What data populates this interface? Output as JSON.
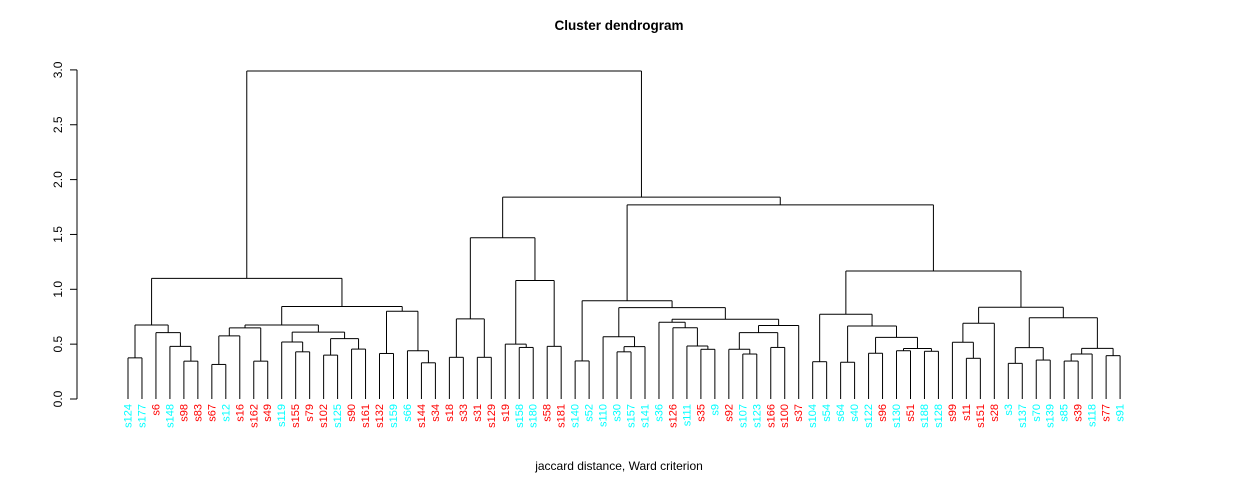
{
  "title": "Cluster dendrogram",
  "caption": "jaccard distance, Ward criterion",
  "chart_data": {
    "type": "dendrogram",
    "title": "Cluster dendrogram",
    "xlabel": "jaccard distance, Ward criterion",
    "ylabel": "",
    "ylim": [
      0,
      3.0
    ],
    "yticks": [
      "0.0",
      "0.5",
      "1.0",
      "1.5",
      "2.0",
      "2.5",
      "3.0"
    ],
    "grid": false,
    "line_color": "#000000",
    "colors": {
      "cyan": "#00FFFF",
      "red": "#FF0000"
    },
    "leaves": [
      {
        "label": "s124",
        "color": "cyan"
      },
      {
        "label": "s177",
        "color": "cyan"
      },
      {
        "label": "s6",
        "color": "red"
      },
      {
        "label": "s148",
        "color": "cyan"
      },
      {
        "label": "s98",
        "color": "red"
      },
      {
        "label": "s83",
        "color": "red"
      },
      {
        "label": "s67",
        "color": "red"
      },
      {
        "label": "s12",
        "color": "cyan"
      },
      {
        "label": "s16",
        "color": "red"
      },
      {
        "label": "s162",
        "color": "red"
      },
      {
        "label": "s49",
        "color": "red"
      },
      {
        "label": "s119",
        "color": "cyan"
      },
      {
        "label": "s155",
        "color": "red"
      },
      {
        "label": "s79",
        "color": "red"
      },
      {
        "label": "s102",
        "color": "red"
      },
      {
        "label": "s125",
        "color": "cyan"
      },
      {
        "label": "s90",
        "color": "red"
      },
      {
        "label": "s161",
        "color": "red"
      },
      {
        "label": "s132",
        "color": "red"
      },
      {
        "label": "s159",
        "color": "cyan"
      },
      {
        "label": "s66",
        "color": "cyan"
      },
      {
        "label": "s144",
        "color": "red"
      },
      {
        "label": "s34",
        "color": "red"
      },
      {
        "label": "s18",
        "color": "red"
      },
      {
        "label": "s33",
        "color": "red"
      },
      {
        "label": "s31",
        "color": "red"
      },
      {
        "label": "s129",
        "color": "red"
      },
      {
        "label": "s19",
        "color": "red"
      },
      {
        "label": "s158",
        "color": "cyan"
      },
      {
        "label": "s180",
        "color": "cyan"
      },
      {
        "label": "s58",
        "color": "red"
      },
      {
        "label": "s181",
        "color": "red"
      },
      {
        "label": "s140",
        "color": "cyan"
      },
      {
        "label": "s52",
        "color": "cyan"
      },
      {
        "label": "s110",
        "color": "cyan"
      },
      {
        "label": "s30",
        "color": "cyan"
      },
      {
        "label": "s157",
        "color": "cyan"
      },
      {
        "label": "s141",
        "color": "cyan"
      },
      {
        "label": "s36",
        "color": "cyan"
      },
      {
        "label": "s126",
        "color": "red"
      },
      {
        "label": "s111",
        "color": "cyan"
      },
      {
        "label": "s35",
        "color": "red"
      },
      {
        "label": "s9",
        "color": "cyan"
      },
      {
        "label": "s92",
        "color": "red"
      },
      {
        "label": "s107",
        "color": "cyan"
      },
      {
        "label": "s123",
        "color": "cyan"
      },
      {
        "label": "s166",
        "color": "red"
      },
      {
        "label": "s100",
        "color": "red"
      },
      {
        "label": "s37",
        "color": "red"
      },
      {
        "label": "s104",
        "color": "cyan"
      },
      {
        "label": "s54",
        "color": "cyan"
      },
      {
        "label": "s64",
        "color": "cyan"
      },
      {
        "label": "s40",
        "color": "cyan"
      },
      {
        "label": "s122",
        "color": "cyan"
      },
      {
        "label": "s96",
        "color": "red"
      },
      {
        "label": "s130",
        "color": "cyan"
      },
      {
        "label": "s51",
        "color": "red"
      },
      {
        "label": "s188",
        "color": "cyan"
      },
      {
        "label": "s128",
        "color": "cyan"
      },
      {
        "label": "s99",
        "color": "red"
      },
      {
        "label": "s11",
        "color": "red"
      },
      {
        "label": "s151",
        "color": "red"
      },
      {
        "label": "s28",
        "color": "red"
      },
      {
        "label": "s3",
        "color": "cyan"
      },
      {
        "label": "s137",
        "color": "cyan"
      },
      {
        "label": "s70",
        "color": "cyan"
      },
      {
        "label": "s139",
        "color": "cyan"
      },
      {
        "label": "s85",
        "color": "cyan"
      },
      {
        "label": "s39",
        "color": "red"
      },
      {
        "label": "s118",
        "color": "cyan"
      },
      {
        "label": "s77",
        "color": "red"
      },
      {
        "label": "s91",
        "color": "cyan"
      }
    ],
    "tree": [
      2.99,
      [
        1.1,
        [
          0.675,
          [
            0.375,
            0,
            1
          ],
          [
            0.605,
            2,
            [
              0.48,
              3,
              [
                0.345,
                4,
                5
              ]
            ]
          ]
        ],
        [
          0.843,
          [
            0.675,
            [
              0.648,
              [
                0.575,
                [
                  0.315,
                  6,
                  7
                ],
                8
              ],
              [
                0.345,
                9,
                10
              ]
            ],
            [
              0.61,
              [
                0.52,
                11,
                [
                  0.43,
                  12,
                  13
                ]
              ],
              [
                0.55,
                [
                  0.4,
                  14,
                  15
                ],
                [
                  0.455,
                  16,
                  17
                ]
              ]
            ]
          ],
          [
            0.8,
            [
              0.415,
              18,
              19
            ],
            [
              0.44,
              20,
              [
                0.33,
                21,
                22
              ]
            ]
          ]
        ]
      ],
      [
        1.84,
        [
          1.47,
          [
            0.73,
            [
              0.38,
              23,
              24
            ],
            [
              0.38,
              25,
              26
            ]
          ],
          [
            1.08,
            [
              0.5,
              27,
              [
                0.47,
                28,
                29
              ]
            ],
            [
              0.48,
              30,
              31
            ]
          ]
        ],
        [
          1.77,
          [
            0.896,
            [
              0.347,
              32,
              33
            ],
            [
              0.833,
              [
                0.568,
                34,
                [
                  0.477,
                  [
                    0.43,
                    35,
                    36
                  ],
                  37
                ]
              ],
              [
                0.727,
                [
                  0.7,
                  38,
                  [
                    0.65,
                    39,
                    [
                      0.483,
                      40,
                      [
                        0.453,
                        41,
                        42
                      ]
                    ]
                  ]
                ],
                [
                  0.67,
                  [
                    0.605,
                    [
                      0.453,
                      43,
                      [
                        0.41,
                        44,
                        45
                      ]
                    ],
                    [
                      0.47,
                      46,
                      47
                    ]
                  ],
                  48
                ]
              ]
            ]
          ],
          [
            1.167,
            [
              0.772,
              [
                0.34,
                49,
                50
              ],
              [
                0.665,
                [
                  0.335,
                  51,
                  52
                ],
                [
                  0.562,
                  [
                    0.417,
                    53,
                    54
                  ],
                  [
                    0.46,
                    [
                      0.44,
                      55,
                      56
                    ],
                    [
                      0.435,
                      57,
                      58
                    ]
                  ]
                ]
              ]
            ],
            [
              0.836,
              [
                0.69,
                [
                  0.517,
                  59,
                  [
                    0.371,
                    60,
                    61
                  ]
                ],
                62
              ],
              [
                0.741,
                [
                  0.468,
                  [
                    0.325,
                    63,
                    64
                  ],
                  [
                    0.355,
                    65,
                    66
                  ]
                ],
                [
                  0.462,
                  [
                    0.41,
                    [
                      0.346,
                      67,
                      68
                    ],
                    69
                  ],
                  [
                    0.395,
                    70,
                    71
                  ]
                ]
              ]
            ]
          ]
        ]
      ]
    ]
  }
}
